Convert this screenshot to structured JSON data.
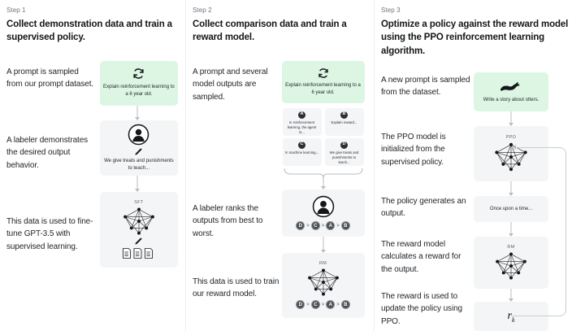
{
  "title": "RLHF three-step training diagram",
  "colors": {
    "prompt_green": "#dcf6e3",
    "node_gray": "#f4f5f6",
    "connector": "#b9bdc2",
    "text": "#1f2226",
    "muted": "#70767e"
  },
  "steps": [
    {
      "label": "Step 1",
      "title": "Collect demonstration data and train a supervised policy.",
      "captions": [
        "A prompt is sampled from our prompt dataset.",
        "A labeler demonstrates the desired output behavior.",
        "This data is used to fine-tune GPT-3.5 with supervised learning."
      ],
      "nodes": [
        {
          "name": "prompt",
          "icon": "refresh-circle-icon",
          "text": "Explain reinforcement learning to a 6 year old."
        },
        {
          "name": "labeler",
          "icon": "person-circle-icon",
          "text": "We give treats and punishments to teach..."
        },
        {
          "name": "sft-model",
          "tag": "SFT",
          "icon": "neural-network-icon",
          "text": ""
        }
      ]
    },
    {
      "label": "Step 2",
      "title": "Collect comparison data and train a reward model.",
      "captions": [
        "A prompt and several model outputs are sampled.",
        "A labeler ranks the outputs from best to worst.",
        "This data is used to train our reward model."
      ],
      "nodes": [
        {
          "name": "prompt",
          "icon": "refresh-circle-icon",
          "text": "Explain reinforcement learning to a 6 year old."
        },
        {
          "name": "reward-model",
          "tag": "RM",
          "icon": "neural-network-icon",
          "text": ""
        }
      ],
      "outputs": [
        {
          "letter": "A",
          "text": "In reinforcement learning, the agent is..."
        },
        {
          "letter": "B",
          "text": "Explain reward..."
        },
        {
          "letter": "C",
          "text": "In machine learning..."
        },
        {
          "letter": "D",
          "text": "We give treats and punishments to teach..."
        }
      ],
      "ranking": [
        "D",
        "C",
        "A",
        "B"
      ],
      "ranking_separator": ">"
    },
    {
      "label": "Step 3",
      "title": "Optimize a policy against the reward model using the PPO reinforcement learning algorithm.",
      "captions": [
        "A new prompt is sampled from the dataset.",
        "The PPO model is initialized from the supervised policy.",
        "The policy generates an output.",
        "The reward model calculates a reward for the output.",
        "The reward is used to update the policy using PPO."
      ],
      "nodes": [
        {
          "name": "prompt",
          "icon": "otter-icon",
          "text": "Write a story about otters."
        },
        {
          "name": "ppo-model",
          "tag": "PPO",
          "icon": "neural-network-icon",
          "text": ""
        },
        {
          "name": "generated-output",
          "text": "Once upon a time..."
        },
        {
          "name": "reward-model",
          "tag": "RM",
          "icon": "neural-network-icon",
          "text": ""
        },
        {
          "name": "reward-value",
          "text": "r",
          "subscript": "k"
        }
      ]
    }
  ]
}
